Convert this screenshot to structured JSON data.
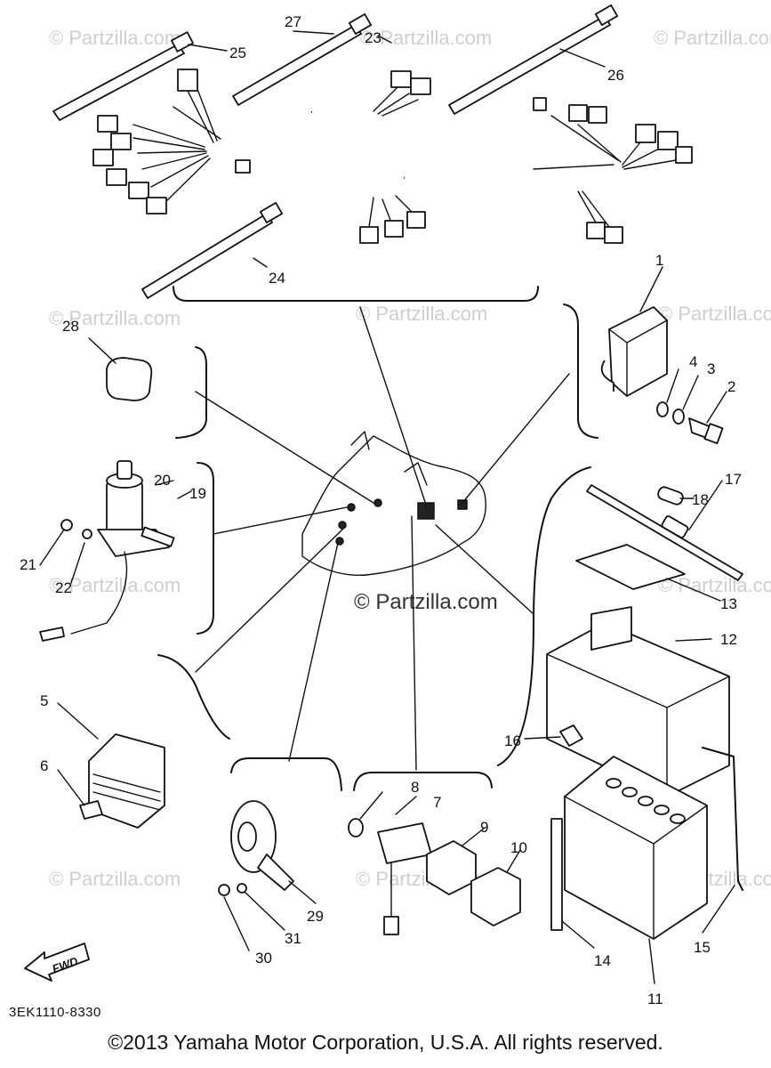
{
  "watermark": "© Partzilla.com",
  "watermark_center": "© Partzilla.com",
  "drawing_code": "3EK1110-8330",
  "fwd_label": "FWD",
  "copyright": "©2013  Yamaha Motor Corporation, U.S.A. All rights reserved.",
  "callouts": {
    "c1": "1",
    "c2": "2",
    "c3": "3",
    "c4": "4",
    "c5": "5",
    "c6": "6",
    "c7": "7",
    "c8": "8",
    "c9": "9",
    "c10": "10",
    "c11": "11",
    "c12": "12",
    "c13": "13",
    "c14": "14",
    "c15": "15",
    "c16": "16",
    "c17": "17",
    "c18": "18",
    "c19": "19",
    "c20": "20",
    "c21": "21",
    "c22": "22",
    "c23": "23",
    "c24": "24",
    "c25": "25",
    "c26": "26",
    "c27": "27",
    "c28": "28",
    "c29": "29",
    "c30": "30",
    "c31": "31"
  }
}
